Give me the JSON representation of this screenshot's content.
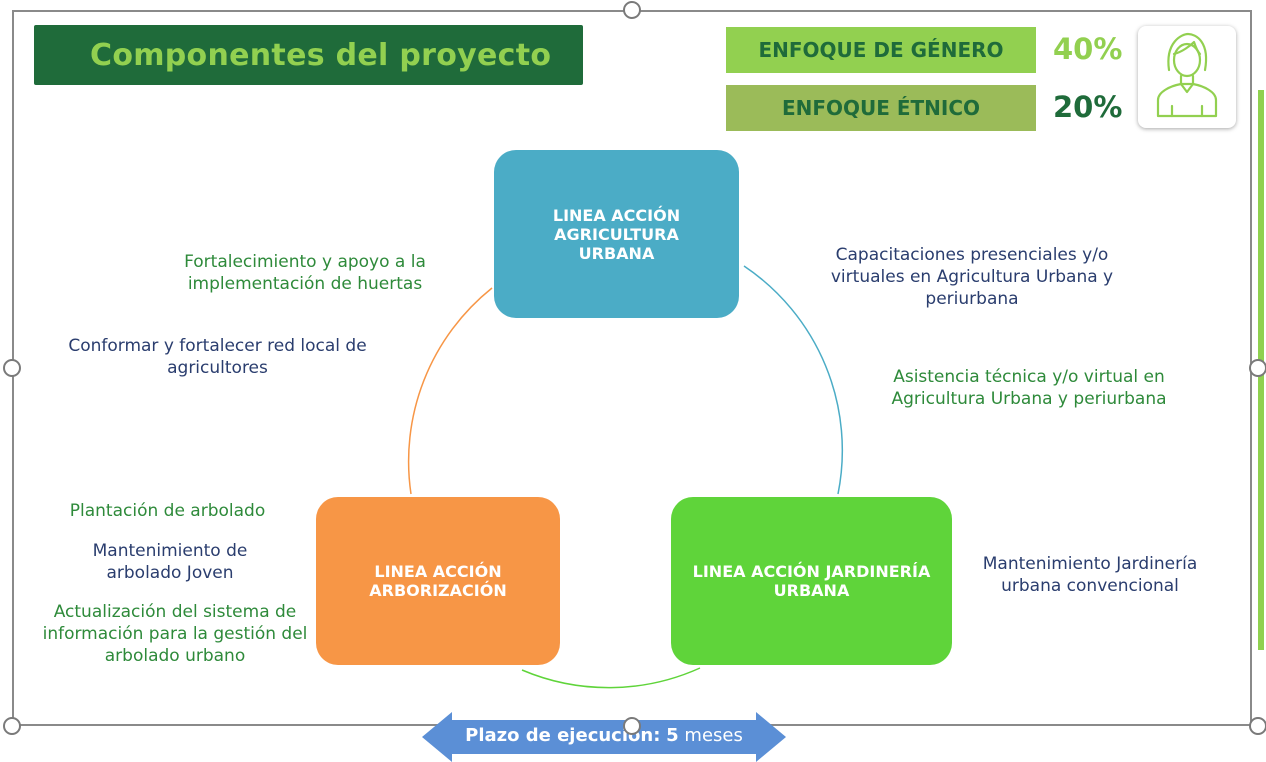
{
  "title": "Componentes del proyecto",
  "enfoques": [
    {
      "label": "ENFOQUE DE GÉNERO",
      "percent": "40%",
      "color": "#92d050",
      "pct_color": "#92d050"
    },
    {
      "label": "ENFOQUE ÉTNICO",
      "percent": "20%",
      "color": "#9bbb59",
      "pct_color": "#1f6b3a"
    }
  ],
  "avatar_icon": "woman-user-icon",
  "lineas": [
    {
      "label": "LINEA ACCIÓN AGRICULTURA URBANA",
      "color": "#4bacc6"
    },
    {
      "label": "LINEA ACCIÓN ARBORIZACIÓN",
      "color": "#f79646"
    },
    {
      "label": "LINEA ACCIÓN JARDINERÍA URBANA",
      "color": "#5fd43a"
    }
  ],
  "actividades": {
    "fortalecimiento": "Fortalecimiento y apoyo a la implementación de huertas",
    "conformar_red": "Conformar y fortalecer red local de agricultores",
    "capacitaciones": "Capacitaciones presenciales y/o virtuales en Agricultura Urbana y periurbana",
    "asistencia": "Asistencia técnica y/o virtual en Agricultura Urbana y periurbana",
    "plantacion": "Plantación de arbolado",
    "mantenimiento_arbolado": "Mantenimiento de arbolado Joven",
    "actualizacion": "Actualización del sistema de información para la gestión del arbolado urbano",
    "mantenimiento_jardineria": "Mantenimiento Jardinería urbana convencional"
  },
  "plazo": {
    "label": "Plazo de ejecución:",
    "value": "5",
    "unit": "meses",
    "color": "#5b8fd6"
  },
  "colors": {
    "title_bg": "#1f6b3a",
    "title_text": "#92d050",
    "green_text": "#2e8a3a",
    "navy_text": "#2a3d6e"
  }
}
